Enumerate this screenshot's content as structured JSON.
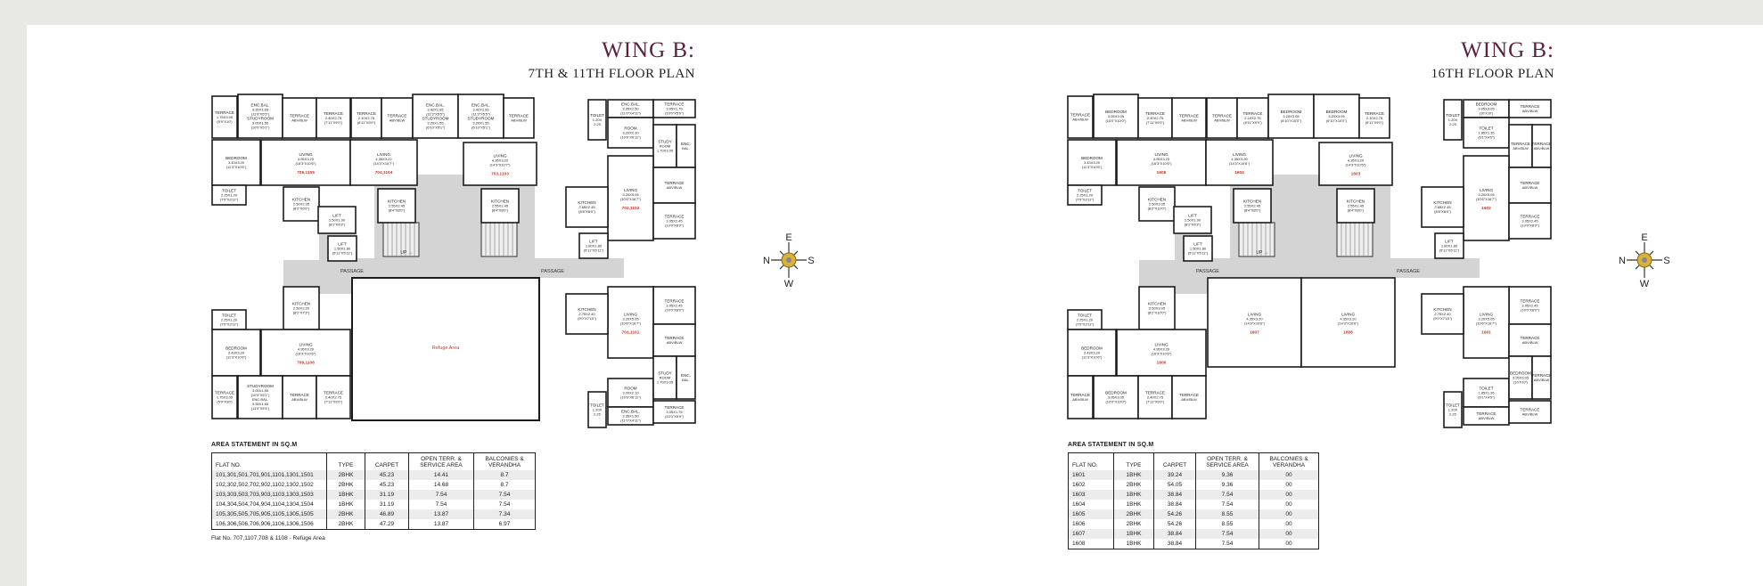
{
  "plans": [
    {
      "title": "WING B:",
      "subtitle": "7TH & 11TH FLOOR PLAN",
      "passage_label": "PASSAGE",
      "up_label": "UP",
      "refuge_label": "Refuge Area",
      "compass": {
        "n": "N",
        "e": "E",
        "s": "S",
        "w": "W"
      },
      "rooms": [
        {
          "lines": [
            "TERRACE",
            "1.75X3.05",
            "(5'9\"X10')"
          ]
        },
        {
          "lines": [
            "ENC.BAL.",
            "3.35X1.65",
            "(11'0\"X5'5\")",
            "STUDYROOM",
            "3.05X1.55",
            "(10'0\"X5'1\")"
          ]
        },
        {
          "lines": [
            "TERRACE",
            "ABV/BLW"
          ]
        },
        {
          "lines": [
            "TERRACE",
            "2.40X2.75",
            "(7'11\"X9'0\")"
          ]
        },
        {
          "lines": [
            "TERRACE",
            "2.10X2.75",
            "(6'11\"X9'0\")"
          ]
        },
        {
          "lines": [
            "TERRACE",
            "ABV/BLW"
          ]
        },
        {
          "lines": [
            "ENC.BAL.",
            "3.42X1.65",
            "(11'3\"X5'5\")",
            "STUDYROOM",
            "3.20X1.55",
            "(6'10\"X5'1\")"
          ]
        },
        {
          "lines": [
            "ENC.BAL.",
            "3.42X1.65",
            "(11'3\"X5'5\")",
            "STUDYROOM",
            "3.20X1.55",
            "(6'10\"X5'1\")"
          ]
        },
        {
          "lines": [
            "TERRACE",
            "ABV/BLW"
          ]
        },
        {
          "lines": [
            "BEDROOM",
            "3.43X3.20",
            "(11'3\"X10'6\")"
          ]
        },
        {
          "lines": [
            "LIVING",
            "4.95X3.20",
            "(16'3\"X10'6\")"
          ],
          "flat": "705,1105"
        },
        {
          "lines": [
            "LIVING",
            "4.35X3.22",
            "(14'3\"X10'7\")"
          ],
          "flat": "704,1104"
        },
        {
          "lines": [
            "LIVING",
            "4.35X3.22",
            "(14'3\"X10'7\")"
          ],
          "flat": "703,1103"
        },
        {
          "lines": [
            "TOILET",
            "2.25X1.20",
            "(7'5\"X3'11\")"
          ]
        },
        {
          "lines": [
            "KITCHEN",
            "2.50X2.05",
            "(8'2\"X6'9\")"
          ]
        },
        {
          "lines": [
            "KITCHEN",
            "2.55X2.45",
            "(8'4\"X8'0\")"
          ]
        },
        {
          "lines": [
            "KITCHEN",
            "2.55X2.45",
            "(8'4\"X8'0\")"
          ]
        },
        {
          "lines": [
            "LIFT",
            "2.50X1.90",
            "(8'2\"X6'3\")"
          ]
        },
        {
          "lines": [
            "LIFT",
            "1.50X1.80",
            "(5'11\"X5'11\")"
          ]
        },
        {
          "lines": [
            "TOILET",
            "2.25X1.20",
            "(7'5\"X3'11\")"
          ]
        },
        {
          "lines": [
            "KITCHEN",
            "2.50X2.20",
            "(8'2\"X7'3\")"
          ]
        },
        {
          "lines": [
            "BEDROOM",
            "3.43X3.20",
            "(11'3\"X10'6\")"
          ]
        },
        {
          "lines": [
            "LIVING",
            "4.95X3.20",
            "(16'3\"X10'6\")"
          ],
          "flat": "706,1106"
        },
        {
          "lines": [
            "TERRACE",
            "1.75X3.05",
            "(5'9\"X10')"
          ]
        },
        {
          "lines": [
            "STUDYROOM",
            "3.05X1.55",
            "(10'0\"X5'1\")",
            "ENC.BAL.",
            "3.35X1.65",
            "(11'0\"X5'5\")"
          ]
        },
        {
          "lines": [
            "TERRACE",
            "ABV/BLW"
          ]
        },
        {
          "lines": [
            "TERRACE",
            "2.40X2.75",
            "(7'11\"X9'0\")"
          ]
        },
        {
          "lines": [],
          "refuge": true
        },
        {
          "lines": [
            "TOILET",
            "1.20X",
            "2.25"
          ]
        },
        {
          "lines": [
            "ENC.BAL.",
            "3.35X1.50",
            "(11'0\"X4'11\")"
          ]
        },
        {
          "lines": [
            "TERRACE",
            "3.05X1.75",
            "(10'0\"X5'9\")"
          ]
        },
        {
          "lines": [
            "ROOM",
            "3.20X2.10",
            "(10'6\"X6'11\")"
          ]
        },
        {
          "lines": [
            "STUDY",
            "ROOM",
            "1.70X3.05"
          ]
        },
        {
          "lines": [
            "ENC.",
            "BAL."
          ]
        },
        {
          "lines": [
            "LIVING",
            "3.20X5.05",
            "(10'6\"X16'7\")"
          ],
          "flat": "702,1102"
        },
        {
          "lines": [
            "TERRACE",
            "ABV/BLW"
          ]
        },
        {
          "lines": [
            "TERRACE",
            "3.05X2.45",
            "(10'0\"X8'0\")"
          ]
        },
        {
          "lines": [
            "KITCHEN",
            "2.65X2.45",
            "(8'8\"X8'0\")"
          ]
        },
        {
          "lines": [
            "LIFT",
            "1.80X1.80",
            "(5'11\"X5'11\")"
          ]
        },
        {
          "lines": [
            "TERRACE",
            "3.05X2.45",
            "(10'0\"X8'0\")"
          ]
        },
        {
          "lines": [
            "LIVING",
            "3.20X5.05",
            "(10'6\"X16'7\")"
          ],
          "flat": "701,1101"
        },
        {
          "lines": [
            "KITCHEN",
            "2.75X2.40",
            "(9'0\"X7'10\")"
          ]
        },
        {
          "lines": [
            "TERRACE",
            "ABV/BLW"
          ]
        },
        {
          "lines": [
            "ROOM",
            "3.20X2.10",
            "(10'6\"X6'11\")"
          ]
        },
        {
          "lines": [
            "STUDY",
            "ROOM",
            "1.70X3.05"
          ]
        },
        {
          "lines": [
            "ENC.",
            "BAL."
          ]
        },
        {
          "lines": [
            "ENC.BAL.",
            "3.35X1.50",
            "(11'0\"X4'11\")"
          ]
        },
        {
          "lines": [
            "TERRACE",
            "3.05X1.75",
            "(10'0\"X5'9\")"
          ]
        },
        {
          "lines": [
            "TOILET",
            "1.20X",
            "2.25"
          ]
        }
      ],
      "table": {
        "caption": "AREA STATEMENT IN SQ.M",
        "headers": [
          "FLAT NO.",
          "TYPE",
          "CARPET",
          "OPEN TERR. & SERVICE AREA",
          "BALCONIES & VERANDHA"
        ],
        "rows": [
          [
            "101,301,501,701,901,1101,1301,1501",
            "2BHK",
            "45.23",
            "14.41",
            "8.7"
          ],
          [
            "102,302,502,702,902,1102,1302,1502",
            "2BHK",
            "45.23",
            "14.68",
            "8.7"
          ],
          [
            "103,303,503,703,903,1103,1303,1503",
            "1BHK",
            "31.19",
            "7.54",
            "7.54"
          ],
          [
            "104,304,504,704,904,1104,1304,1504",
            "1BHK",
            "31.19",
            "7.54",
            "7.54"
          ],
          [
            "105,305,505,705,905,1105,1305,1505",
            "2BHK",
            "46.89",
            "13.87",
            "7.34"
          ],
          [
            "106,306,506,706,906,1106,1306,1506",
            "2BHK",
            "47.29",
            "13.87",
            "6.97"
          ]
        ],
        "footnote": "Flat No. 707,1107,708 & 1108 - Refuge Area"
      }
    },
    {
      "title": "WING B:",
      "subtitle": "16TH FLOOR PLAN",
      "passage_label": "PASSAGE",
      "up_label": "UP",
      "compass": {
        "n": "N",
        "e": "E",
        "s": "S",
        "w": "W"
      },
      "rooms": [
        {
          "lines": [
            "TERRACE",
            "ABV/BLW"
          ]
        },
        {
          "lines": [
            "BEDROOM",
            "3.05X3.05",
            "(10'0\"X10'0\")"
          ]
        },
        {
          "lines": [
            "TERRACE",
            "2.40X2.75",
            "(7'11\"X9'0\")"
          ]
        },
        {
          "lines": [
            "TERRACE",
            "ABV/BLW"
          ]
        },
        {
          "lines": [
            "TERRACE",
            "ABV/BLW"
          ]
        },
        {
          "lines": [
            "TERRACE",
            "2.10X2.75",
            "(6'11\"X9'0\")"
          ]
        },
        {
          "lines": [
            "BEDROOM",
            "3.20X3.05",
            "(6'10\"X10'0\")"
          ]
        },
        {
          "lines": [
            "BEDROOM",
            "3.20X3.05",
            "(6'10\"X10'0\")"
          ]
        },
        {
          "lines": [
            "TERRACE",
            "2.10X2.75",
            "(6'11\"X9'0\")"
          ]
        },
        {
          "lines": [
            "BEDROOM",
            "3.43X3.20",
            "(11'3\"X10'6\")"
          ]
        },
        {
          "lines": [
            "LIVING",
            "4.95X3.20",
            "(16'3\"X10'6\")"
          ],
          "flat": "1605"
        },
        {
          "lines": [
            "LIVING",
            "4.35X3.20",
            "(14'3\"X10'6\")"
          ],
          "flat": "1604"
        },
        {
          "lines": [
            "LIVING",
            "4.35X3.20",
            "(14'3\"X10'6\")"
          ],
          "flat": "1603"
        },
        {
          "lines": [
            "TOILET",
            "2.25X1.20",
            "(7'5\"X3'11\")"
          ]
        },
        {
          "lines": [
            "KITCHEN",
            "2.50X3.05",
            "(8'2\"X10'0\")"
          ]
        },
        {
          "lines": [
            "KITCHEN",
            "2.55X2.45",
            "(8'4\"X8'0\")"
          ]
        },
        {
          "lines": [
            "KITCHEN",
            "2.55X2.45",
            "(8'4\"X8'0\")"
          ]
        },
        {
          "lines": [
            "LIFT",
            "2.50X1.90",
            "(8'2\"X6'3\")"
          ]
        },
        {
          "lines": [
            "LIFT",
            "1.50X1.80",
            "(5'11\"X5'11\")"
          ]
        },
        {
          "lines": [
            "TOILET",
            "2.25X1.20",
            "(7'5\"X3'11\")"
          ]
        },
        {
          "lines": [
            "KITCHEN",
            "2.50X3.05",
            "(8'2\"X10'0\")"
          ]
        },
        {
          "lines": [
            "BEDROOM",
            "3.43X3.20",
            "(11'3\"X10'6\")"
          ]
        },
        {
          "lines": [
            "LIVING",
            "4.95X3.20",
            "(16'3\"X10'6\")"
          ],
          "flat": "1606"
        },
        {
          "lines": [
            "TERRACE",
            "ABV/BLW"
          ]
        },
        {
          "lines": [
            "BEDROOM",
            "3.05X3.05",
            "(10'0\"X10'0\")"
          ]
        },
        {
          "lines": [
            "TERRACE",
            "2.40X2.75",
            "(7'11\"X9'0\")"
          ]
        },
        {
          "lines": [
            "TERRACE",
            "ABV/BLW"
          ]
        },
        {
          "lines": [
            "LIVING",
            "4.35X3.20",
            "(14'3\"X10'6\")"
          ],
          "flat": "1607"
        },
        {
          "lines": [
            "LIVING",
            "4.35X3.20",
            "(14'3\"X10'6\")"
          ],
          "flat": "1608"
        },
        {
          "lines": [
            "TOILET",
            "1.20X",
            "2.25"
          ]
        },
        {
          "lines": [
            "BEDROOM",
            "3.05X3.05",
            "(10'X10')"
          ]
        },
        {
          "lines": [
            "TERRACE",
            "ABV/BLW"
          ]
        },
        {
          "lines": [
            "TOILET",
            "1.85X1.35",
            "(6'1\"X4'5\")"
          ]
        },
        {
          "lines": [
            "TERRACE",
            "ABV/BLW"
          ]
        },
        {
          "lines": [
            "TERRACE",
            "ABV/BLW"
          ]
        },
        {
          "lines": [
            "LIVING",
            "3.20X5.05",
            "(10'6\"X16'7\")"
          ],
          "flat": "1602"
        },
        {
          "lines": [
            "TERRACE",
            "ABV/BLW"
          ]
        },
        {
          "lines": [
            "TERRACE",
            "3.05X2.45",
            "(10'0\"X8'0\")"
          ]
        },
        {
          "lines": [
            "KITCHEN",
            "2.65X2.45",
            "(8'8\"X8'0\")"
          ]
        },
        {
          "lines": [
            "LIFT",
            "1.80X1.80",
            "(5'11\"X5'11\")"
          ]
        },
        {
          "lines": [
            "TERRACE",
            "3.05X2.45",
            "(10'0\"X8'0\")"
          ]
        },
        {
          "lines": [
            "LIVING",
            "3.20X5.05",
            "(10'6\"X16'7\")"
          ],
          "flat": "1601"
        },
        {
          "lines": [
            "KITCHEN",
            "2.75X2.40",
            "(9'0\"X7'10\")"
          ]
        },
        {
          "lines": [
            "TERRACE",
            "ABV/BLW"
          ]
        },
        {
          "lines": [
            "TOILET",
            "1.85X1.35",
            "(6'1\"X4'5\")"
          ]
        },
        {
          "lines": [
            "BEDROOM",
            "3.05X3.05",
            "(10'X10')"
          ]
        },
        {
          "lines": [
            "TERRACE",
            "ABV/BLW"
          ]
        },
        {
          "lines": [
            "TERRACE",
            "ABV/BLW"
          ]
        },
        {
          "lines": [
            "TERRACE",
            "ABV/BLW"
          ]
        },
        {
          "lines": [
            "TOILET",
            "1.20X",
            "2.25"
          ]
        }
      ],
      "table": {
        "caption": "AREA STATEMENT IN SQ.M",
        "headers": [
          "FLAT NO.",
          "TYPE",
          "CARPET",
          "OPEN TERR. & SERVICE AREA",
          "BALCONIES & VERANDHA"
        ],
        "rows": [
          [
            "1601",
            "1BHK",
            "39.24",
            "9.36",
            "00"
          ],
          [
            "1602",
            "2BHK",
            "54.05",
            "9.36",
            "00"
          ],
          [
            "1603",
            "1BHK",
            "38.84",
            "7.54",
            "00"
          ],
          [
            "1604",
            "1BHK",
            "38.84",
            "7.54",
            "00"
          ],
          [
            "1605",
            "2BHK",
            "54.26",
            "8.55",
            "00"
          ],
          [
            "1606",
            "2BHK",
            "54.26",
            "8.55",
            "00"
          ],
          [
            "1607",
            "1BHK",
            "38.84",
            "7.54",
            "00"
          ],
          [
            "1608",
            "1BHK",
            "38.84",
            "7.54",
            "00"
          ]
        ]
      }
    }
  ],
  "colors": {
    "title": "#5b1e3c",
    "flat_no": "#c0392b",
    "passage": "#d4d4d4",
    "compass_gold": "#d9b23a"
  }
}
